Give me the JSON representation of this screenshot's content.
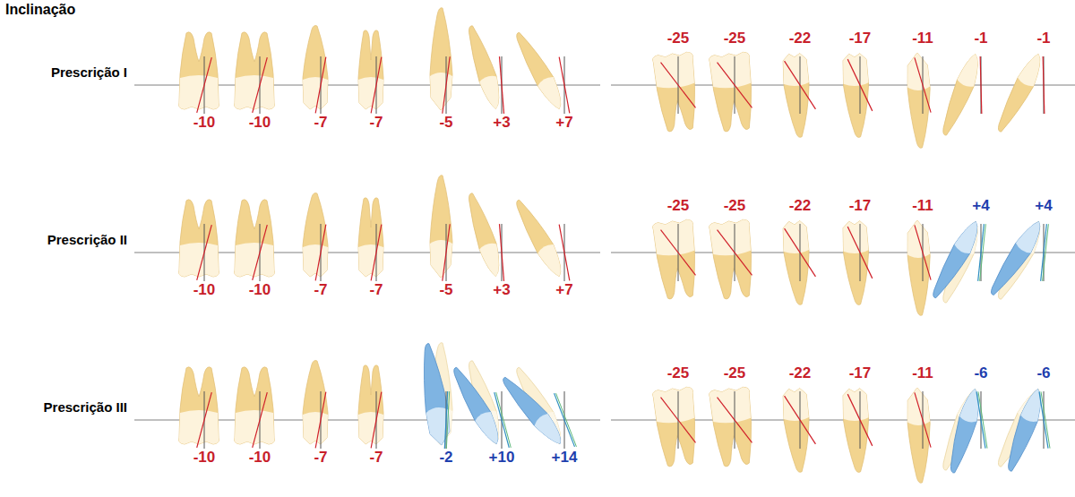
{
  "diagram": {
    "title": "Inclinação",
    "labels": [
      "Prescrição I",
      "-25",
      "-25",
      "-22",
      "-17",
      "-11",
      "-1",
      "-1",
      "-10",
      "-10",
      "-7",
      "-7",
      "-5",
      "+3",
      "+7",
      "Prescrição II",
      "-25",
      "-25",
      "-22",
      "-17",
      "-11",
      "+4",
      "+4",
      "-10",
      "-10",
      "-7",
      "-7",
      "-5",
      "+3",
      "+7",
      "Prescrição III",
      "-25",
      "-25",
      "-22",
      "-17",
      "-11",
      "-6",
      "-6",
      "-10",
      "-10",
      "-7",
      "-7",
      "-2",
      "+10",
      "+14"
    ]
  }
}
